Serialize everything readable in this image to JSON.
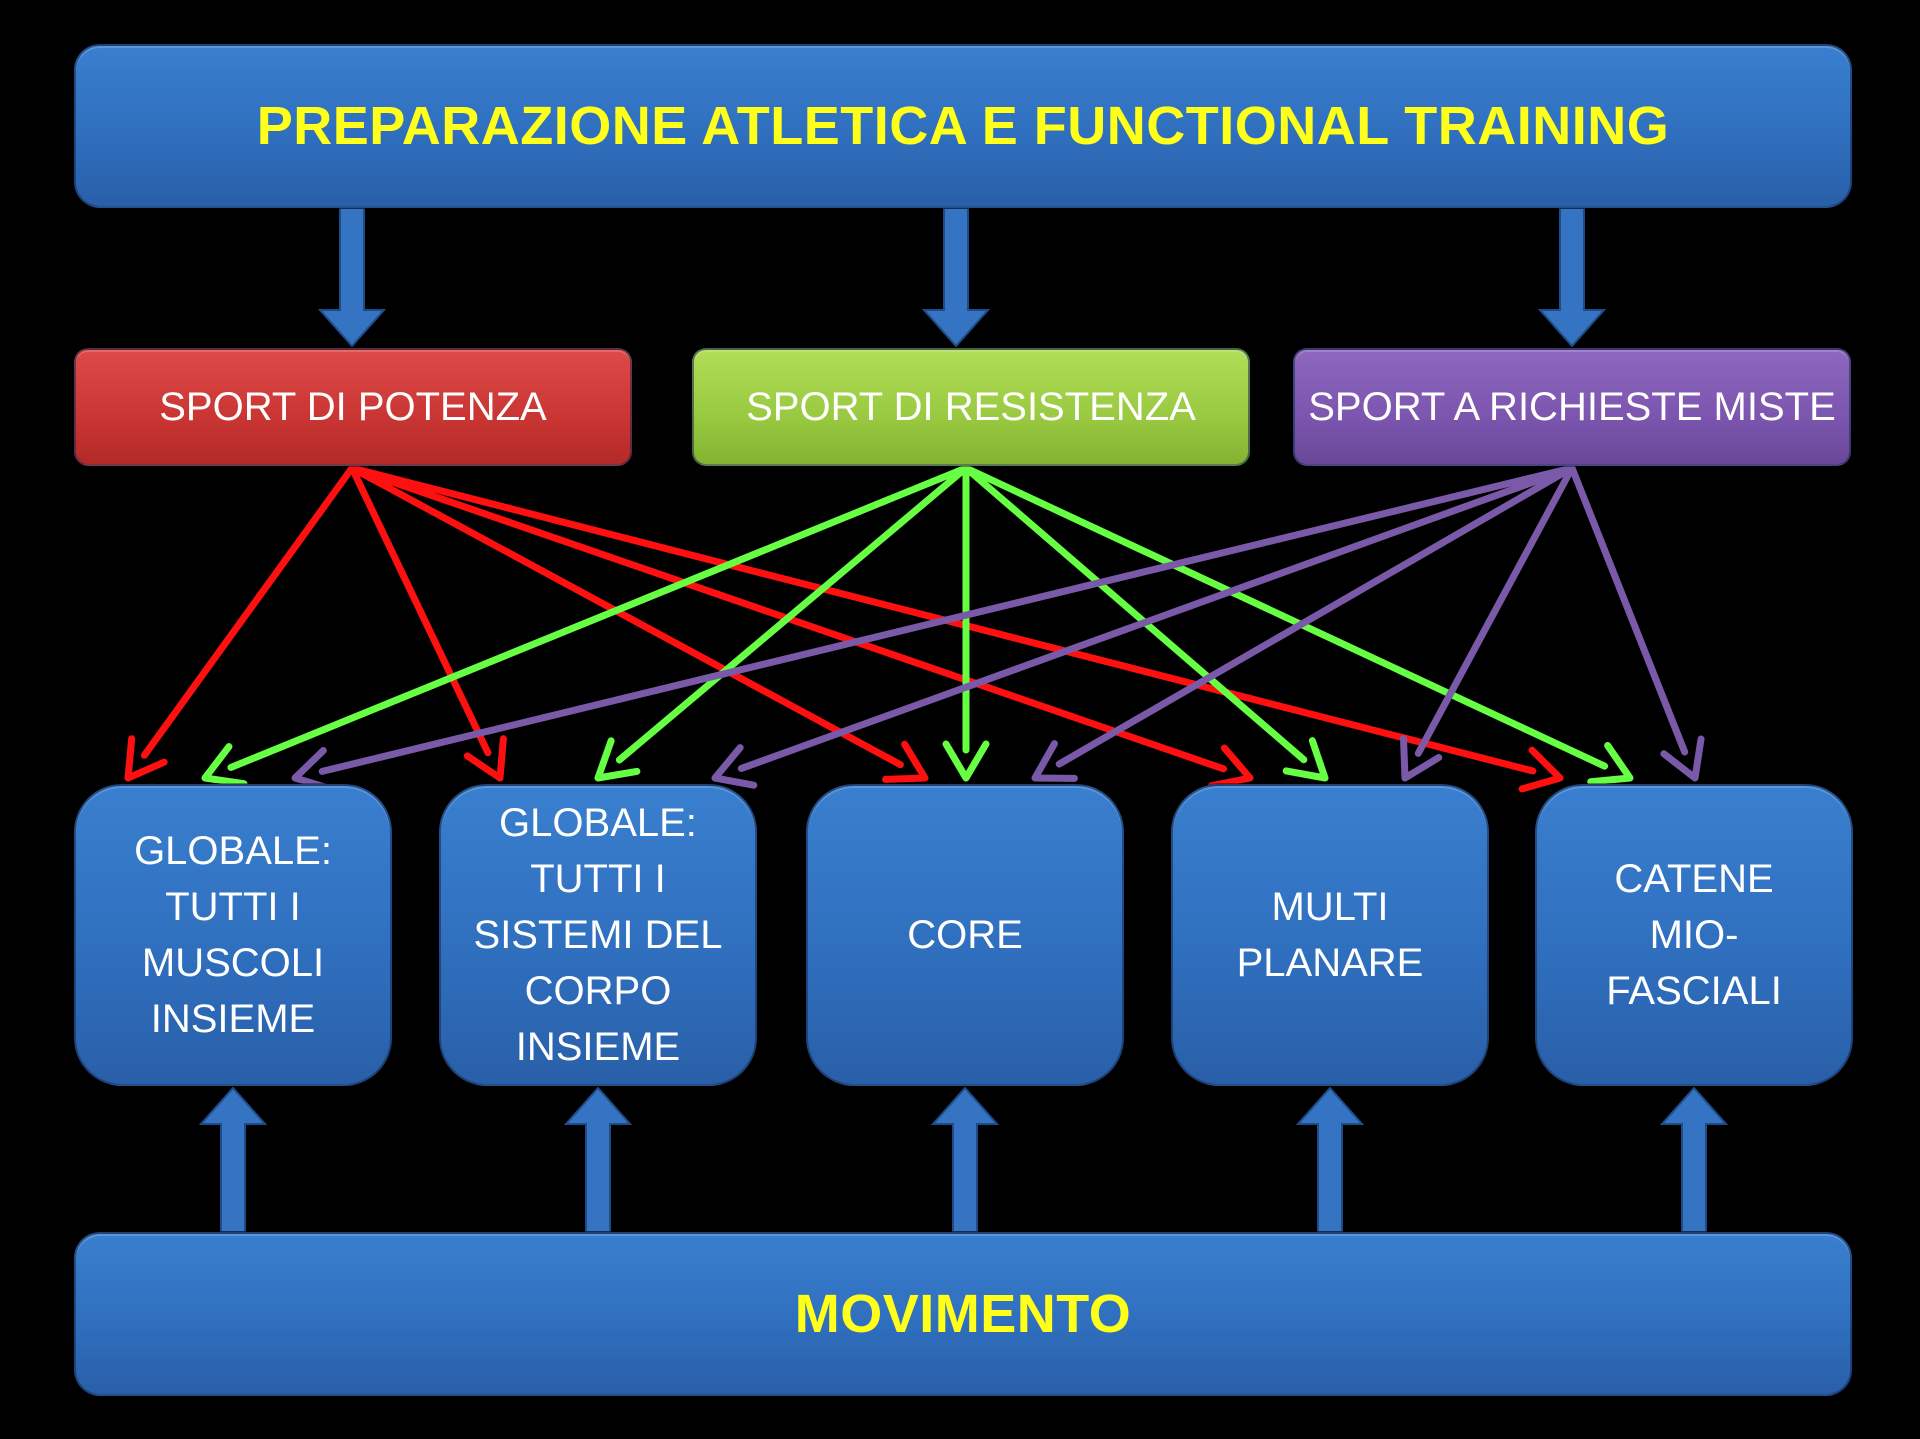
{
  "title": "PREPARAZIONE ATLETICA E FUNCTIONAL TRAINING",
  "categories": [
    {
      "label": "SPORT DI POTENZA",
      "color": "#c93533",
      "arrow_color": "#ff1010"
    },
    {
      "label": "SPORT DI RESISTENZA",
      "color": "#98c940",
      "arrow_color": "#66ff44"
    },
    {
      "label": "SPORT A RICHIESTE MISTE",
      "color": "#7b55ae",
      "arrow_color": "#7a5aa8"
    }
  ],
  "features": [
    {
      "label": "GLOBALE:\nTUTTI I\nMUSCOLI\nINSIEME"
    },
    {
      "label": "GLOBALE:\nTUTTI I\nSISTEMI DEL\nCORPO\nINSIEME"
    },
    {
      "label": "CORE"
    },
    {
      "label": "MULTI\nPLANARE"
    },
    {
      "label": "CATENE\nMIO-\nFASCIALI"
    }
  ],
  "bottom": "MOVIMENTO",
  "colors": {
    "title_text": "#ffff1a",
    "box_blue": "#2f6fbe",
    "background": "#000000"
  }
}
